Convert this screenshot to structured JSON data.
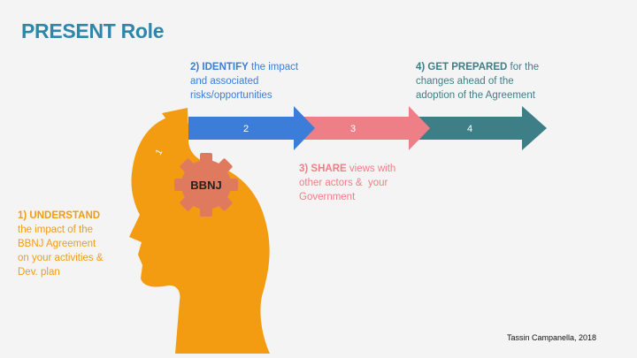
{
  "title": "PRESENT Role",
  "center_label": "BBNJ",
  "arrow_numbers": [
    "1",
    "2",
    "3",
    "4"
  ],
  "steps": [
    {
      "lead": "1) UNDERSTAND",
      "rest": [
        "the impact of the",
        "BBNJ Agreement",
        "on your activities &",
        "Dev. plan"
      ],
      "color": "#f39c12"
    },
    {
      "lead": "2) IDENTIFY",
      "rest_inline": " the impact",
      "rest": [
        "and associated",
        "risks/opportunities"
      ],
      "color": "#3b7dd8"
    },
    {
      "lead": "3) SHARE",
      "rest_inline": " views with",
      "rest": [
        "other actors &  your",
        "Government"
      ],
      "color": "#ef7f86"
    },
    {
      "lead": "4) GET PREPARED",
      "rest_inline": " for the",
      "rest": [
        "changes ahead of the",
        "adoption of the Agreement"
      ],
      "color": "#3e7f87"
    }
  ],
  "colors": {
    "title": "#2e86ab",
    "head": "#f39c12",
    "arrow2": "#3b7dd8",
    "arrow3": "#ef7f86",
    "arrow4": "#3e7f87",
    "gear": "#e07a5f"
  },
  "icons": [
    "head-silhouette-icon",
    "gear-icon",
    "arrow-icon"
  ],
  "credit": "Tassin Campanella, 2018"
}
